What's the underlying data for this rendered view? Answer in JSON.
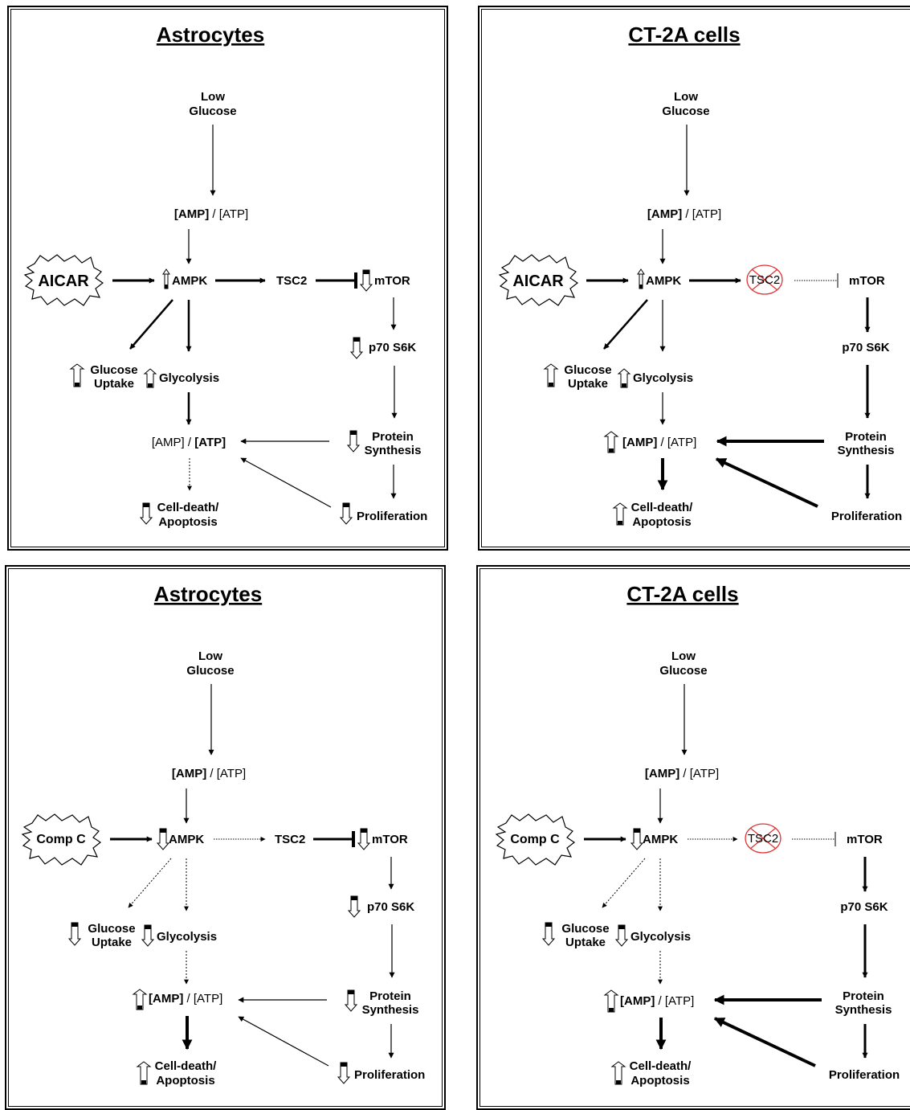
{
  "panels": {
    "tl": {
      "title": "Astrocytes",
      "stimulus": "AICAR",
      "low": "Low",
      "glucose": "Glucose",
      "amp": "[AMP]",
      "atp": "[ATP]",
      "ampk": "AMPK",
      "tsc2": "TSC2",
      "mtor": "mTOR",
      "p70": "p70 S6K",
      "glucose_uptake_1": "Glucose",
      "glucose_uptake_2": "Uptake",
      "glycolysis": "Glycolysis",
      "protein_1": "Protein",
      "protein_2": "Synthesis",
      "cell_death_1": "Cell-death/",
      "cell_death_2": "Apoptosis",
      "proliferation": "Proliferation"
    },
    "tr": {
      "title": "CT-2A cells",
      "stimulus": "AICAR",
      "low": "Low",
      "glucose": "Glucose",
      "amp": "[AMP]",
      "atp": "[ATP]",
      "ampk": "AMPK",
      "tsc2": "TSC2",
      "mtor": "mTOR",
      "p70": "p70 S6K",
      "glucose_uptake_1": "Glucose",
      "glucose_uptake_2": "Uptake",
      "glycolysis": "Glycolysis",
      "protein_1": "Protein",
      "protein_2": "Synthesis",
      "cell_death_1": "Cell-death/",
      "cell_death_2": "Apoptosis",
      "proliferation": "Proliferation"
    },
    "bl": {
      "title": "Astrocytes",
      "stimulus": "Comp C",
      "low": "Low",
      "glucose": "Glucose",
      "amp": "[AMP]",
      "atp": "[ATP]",
      "ampk": "AMPK",
      "tsc2": "TSC2",
      "mtor": "mTOR",
      "p70": "p70 S6K",
      "glucose_uptake_1": "Glucose",
      "glucose_uptake_2": "Uptake",
      "glycolysis": "Glycolysis",
      "protein_1": "Protein",
      "protein_2": "Synthesis",
      "cell_death_1": "Cell-death/",
      "cell_death_2": "Apoptosis",
      "proliferation": "Proliferation"
    },
    "br": {
      "title": "CT-2A cells",
      "stimulus": "Comp C",
      "low": "Low",
      "glucose": "Glucose",
      "amp": "[AMP]",
      "atp": "[ATP]",
      "ampk": "AMPK",
      "tsc2": "TSC2",
      "mtor": "mTOR",
      "p70": "p70 S6K",
      "glucose_uptake_1": "Glucose",
      "glucose_uptake_2": "Uptake",
      "glycolysis": "Glycolysis",
      "protein_1": "Protein",
      "protein_2": "Synthesis",
      "cell_death_1": "Cell-death/",
      "cell_death_2": "Apoptosis",
      "proliferation": "Proliferation"
    }
  },
  "ratio_separator": "/",
  "colors": {
    "ink": "#000000",
    "knockout": "#e03030"
  }
}
